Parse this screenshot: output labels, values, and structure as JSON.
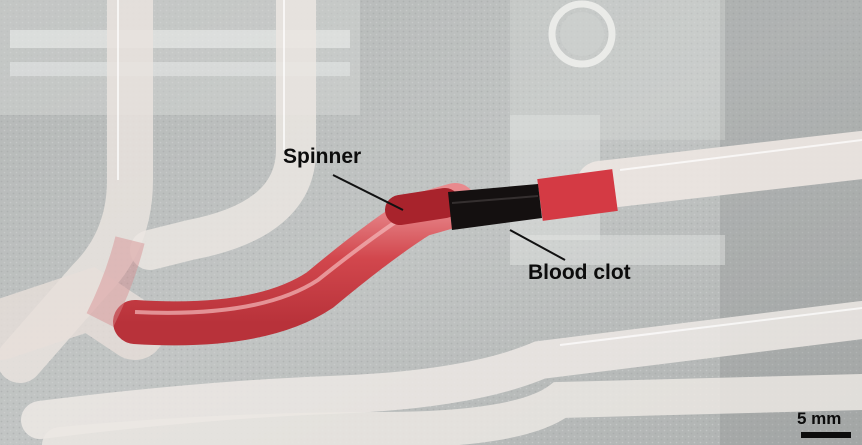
{
  "annotations": {
    "spinner_label": "Spinner",
    "clot_label": "Blood clot"
  },
  "scale_bar": {
    "label": "5 mm"
  },
  "colors": {
    "background": "#b9bcbb",
    "blood": "#d2474d",
    "clot": "#141010",
    "tube": "#ece6e1",
    "annotation_text": "#0c0c0c"
  }
}
